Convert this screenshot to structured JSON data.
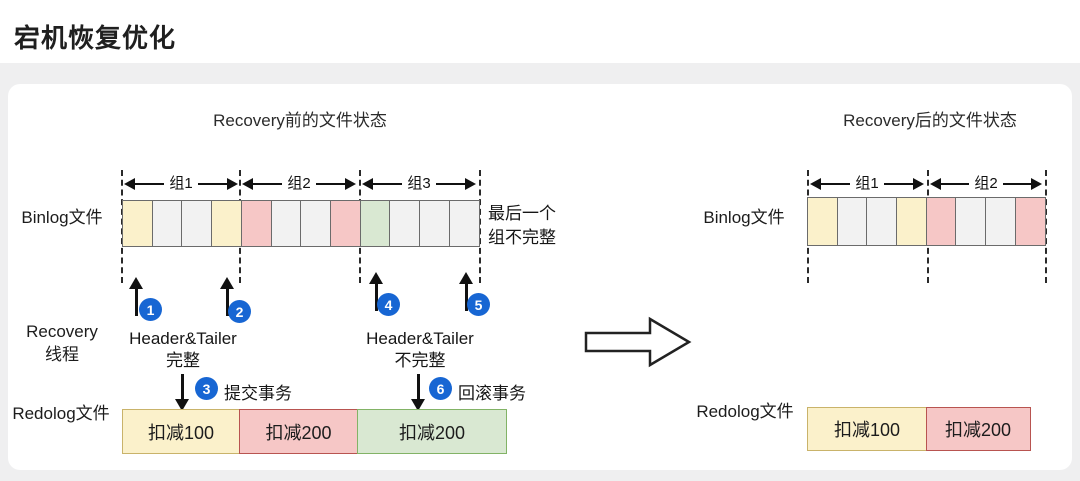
{
  "title": "宕机恢复优化",
  "colors": {
    "yellow_fill": "#FBF1CB",
    "yellow_border": "#C9B36A",
    "red_fill": "#F6C7C6",
    "red_border": "#B85450",
    "green_fill": "#D9E8D2",
    "green_border": "#82B366",
    "gray_fill": "#F2F2F2",
    "gray_border": "#6B6B6B",
    "marker_blue": "#1766D3"
  },
  "before": {
    "title": "Recovery前的文件状态",
    "binlog_label": "Binlog文件",
    "groups": [
      "组1",
      "组2",
      "组3"
    ],
    "binlog_segments": [
      "yellow",
      "gray",
      "gray",
      "yellow",
      "red",
      "gray",
      "gray",
      "red",
      "green",
      "gray",
      "gray",
      "gray"
    ],
    "note": {
      "line1": "最后一个",
      "line2": "组不完整"
    },
    "recovery": {
      "line1": "Recovery",
      "line2": "线程"
    },
    "markers": {
      "m1": "1",
      "m2": "2",
      "m3": "3",
      "m4": "4",
      "m5": "5",
      "m6": "6"
    },
    "header_complete": {
      "line1": "Header&Tailer",
      "line2": "完整"
    },
    "header_incomplete": {
      "line1": "Header&Tailer",
      "line2": "不完整"
    },
    "commit_label": "提交事务",
    "rollback_label": "回滚事务",
    "redolog_label": "Redolog文件",
    "redolog_segments": [
      {
        "label": "扣减100",
        "color": "yellow"
      },
      {
        "label": "扣减200",
        "color": "red"
      },
      {
        "label": "扣减200",
        "color": "green"
      }
    ]
  },
  "after": {
    "title": "Recovery后的文件状态",
    "binlog_label": "Binlog文件",
    "groups": [
      "组1",
      "组2"
    ],
    "binlog_segments": [
      "yellow",
      "gray",
      "gray",
      "yellow",
      "red",
      "gray",
      "gray",
      "red"
    ],
    "redolog_label": "Redolog文件",
    "redolog_segments": [
      {
        "label": "扣减100",
        "color": "yellow"
      },
      {
        "label": "扣减200",
        "color": "red"
      }
    ]
  }
}
